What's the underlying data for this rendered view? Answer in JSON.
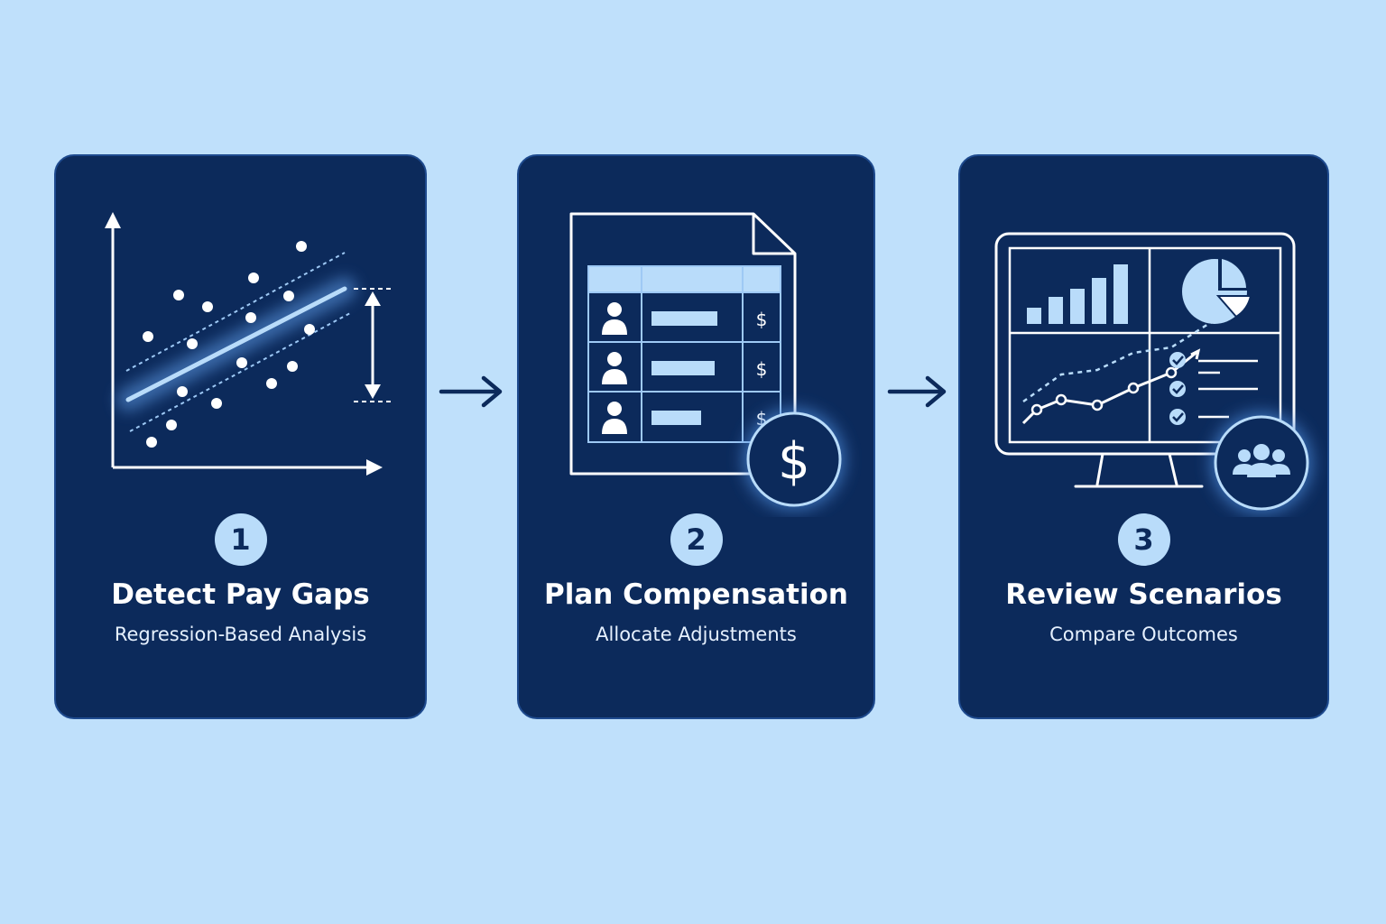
{
  "colors": {
    "background": "#bfe0fb",
    "card": "#0c2a5b",
    "accent": "#b9dcfa",
    "line": "#ffffff"
  },
  "steps": [
    {
      "number": "1",
      "title": "Detect Pay Gaps",
      "subtitle": "Regression-Based Analysis",
      "icon": "scatter-regression-chart-icon"
    },
    {
      "number": "2",
      "title": "Plan Compensation",
      "subtitle": "Allocate Adjustments",
      "icon": "spreadsheet-dollar-icon"
    },
    {
      "number": "3",
      "title": "Review Scenarios",
      "subtitle": "Compare Outcomes",
      "icon": "dashboard-monitor-icon"
    }
  ],
  "connectors": [
    {
      "icon": "arrow-right-icon"
    },
    {
      "icon": "arrow-right-icon"
    }
  ],
  "spreadsheet": {
    "currency_symbol": "$",
    "badge_symbol": "$"
  }
}
